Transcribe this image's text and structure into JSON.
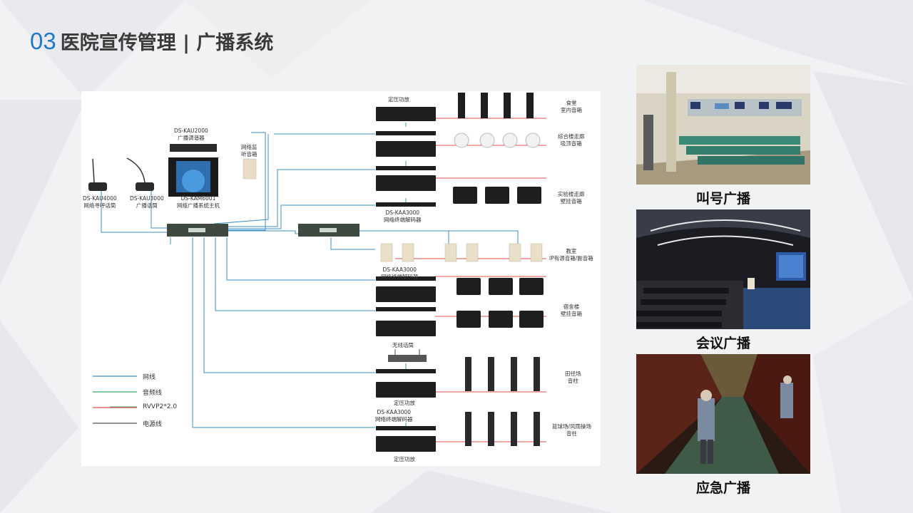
{
  "header": {
    "number": "03",
    "title": "医院宣传管理 | 广播系统"
  },
  "diagram": {
    "devices": {
      "kau2000": "DS-KAU2000\n广播调谐器",
      "monitor": "网络监\n听音箱",
      "kau4000": "DS-KAU4000\n网络寻呼话筒",
      "kau3000": "DS-KAU3000\n广播话筒",
      "kam6001": "DS-KAM6001\n网络广播系统主机",
      "amp_top": "定压功放",
      "decoder_mid": "DS-KAA3000\n网络终端解码器",
      "decoder_low": "DS-KAA3000\n网络终端解码器",
      "wireless_mic": "无线话筒",
      "amp_field": "定压功放",
      "decoder_bottom": "DS-KAA3000\n网络终端解码器",
      "amp_bottom": "定压功放"
    },
    "zones": {
      "canteen": "食堂\n室内音箱",
      "general": "综合楼走廊\n吸顶音箱",
      "lab": "实验楼走廊\n壁挂音箱",
      "classroom": "教室\nIP有源音箱/副音箱",
      "dorm": "宿舍楼\n壁挂音箱",
      "field": "田径场\n音柱",
      "court": "篮球场/风雨操场\n音柱"
    },
    "legend": [
      {
        "label": "网线",
        "color": "#3b8fc4"
      },
      {
        "label": "音频线",
        "color": "#3aaa6a"
      },
      {
        "label": "RVVP2*2.0",
        "color": "#e0504a"
      },
      {
        "label": "电源线",
        "color": "#555555"
      }
    ]
  },
  "photos": [
    {
      "caption": "叫号广播"
    },
    {
      "caption": "会议广播"
    },
    {
      "caption": "应急广播"
    }
  ]
}
